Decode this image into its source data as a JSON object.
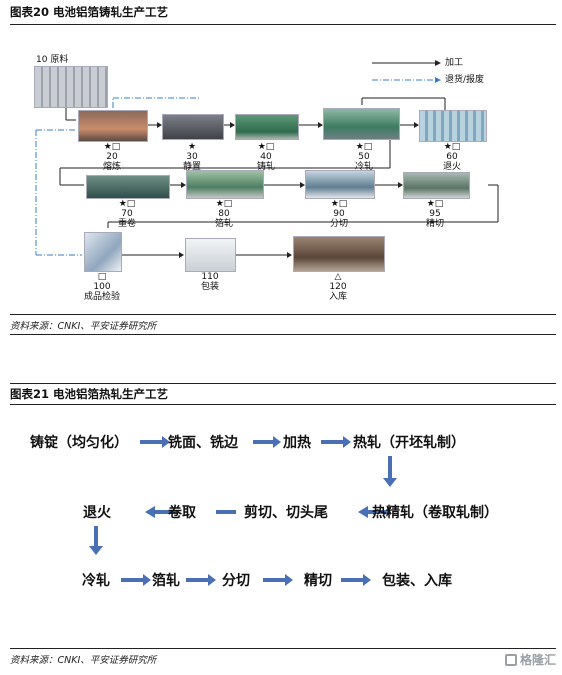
{
  "figure20": {
    "title": "图表20    电池铝箔铸轧生产工艺",
    "source": "资料来源：CNKI、平安证券研究所",
    "legend": {
      "process": "加工",
      "return": "退货/报废"
    },
    "start": "10 原料",
    "steps": [
      {
        "mark": "★□",
        "num": "20",
        "name": "熔炼"
      },
      {
        "mark": "★",
        "num": "30",
        "name": "静置"
      },
      {
        "mark": "★□",
        "num": "40",
        "name": "铸轧"
      },
      {
        "mark": "★□",
        "num": "50",
        "name": "冷轧"
      },
      {
        "mark": "★□",
        "num": "60",
        "name": "退火"
      },
      {
        "mark": "★□",
        "num": "70",
        "name": "重卷"
      },
      {
        "mark": "★□",
        "num": "80",
        "name": "箔轧"
      },
      {
        "mark": "★□",
        "num": "90",
        "name": "分切"
      },
      {
        "mark": "★□",
        "num": "95",
        "name": "精切"
      },
      {
        "mark": "□",
        "num": "100",
        "name": "成品检验"
      },
      {
        "mark": "",
        "num": "110",
        "name": "包装"
      },
      {
        "mark": "△",
        "num": "120",
        "name": "入库"
      }
    ]
  },
  "figure21": {
    "title": "图表21    电池铝箔热轧生产工艺",
    "source": "资料来源：CNKI、平安证券研究所",
    "row1": [
      "铸锭（均匀化）",
      "铣面、铣边",
      "加热",
      "热轧（开坯轧制）"
    ],
    "row2": [
      "退火",
      "卷取",
      "剪切、切头尾",
      "热精轧（卷取轧制）"
    ],
    "row3": [
      "冷轧",
      "箔轧",
      "分切",
      "精切",
      "包装、入库"
    ]
  },
  "watermark": "格隆汇",
  "colors": {
    "arrow_blue": "#4a6fb5",
    "legend_dash": "#3a7cc8",
    "rule": "#222222"
  }
}
